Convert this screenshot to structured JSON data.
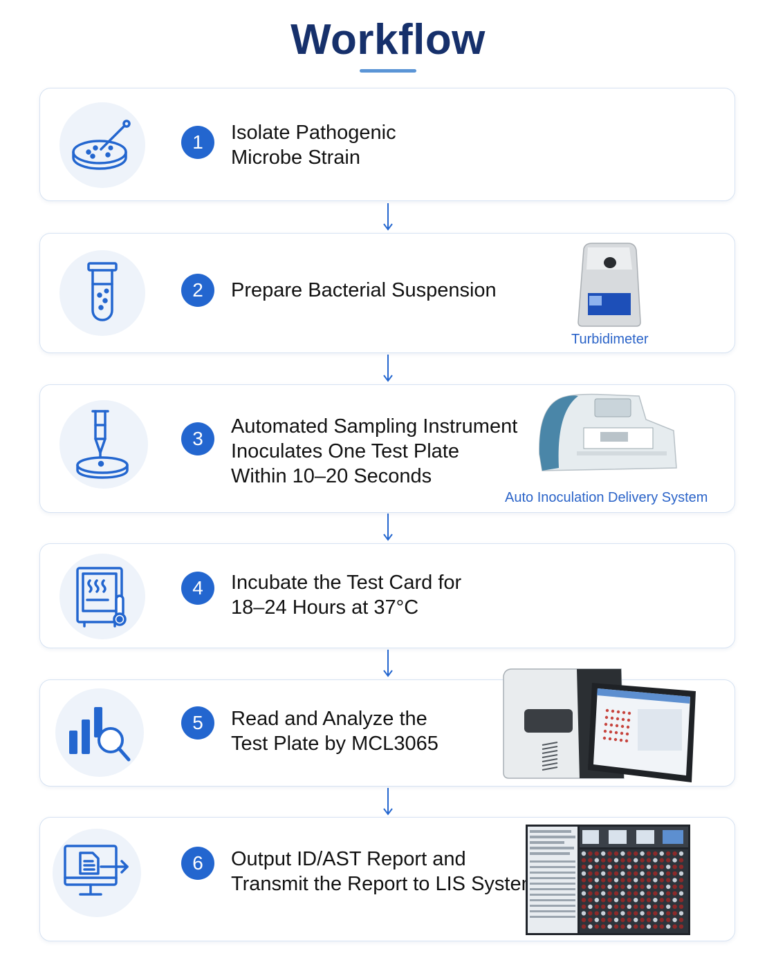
{
  "title": "Workflow",
  "steps": [
    {
      "number": "1",
      "icon": "petri-dish-icon",
      "lines": [
        "Isolate Pathogenic",
        "Microbe Strain"
      ]
    },
    {
      "number": "2",
      "icon": "test-tube-icon",
      "lines": [
        "Prepare Bacterial Suspension"
      ],
      "device_label": "Turbidimeter"
    },
    {
      "number": "3",
      "icon": "pipette-icon",
      "lines": [
        "Automated Sampling Instrument",
        "Inoculates One Test Plate",
        "Within 10–20 Seconds"
      ],
      "device_label": "Auto Inoculation Delivery System"
    },
    {
      "number": "4",
      "icon": "incubator-icon",
      "lines": [
        "Incubate the Test Card for",
        "18–24 Hours at 37°C"
      ]
    },
    {
      "number": "5",
      "icon": "chart-magnifier-icon",
      "lines": [
        "Read and Analyze the",
        "Test Plate by MCL3065"
      ]
    },
    {
      "number": "6",
      "icon": "monitor-export-icon",
      "lines": [
        "Output ID/AST Report and",
        "Transmit the Report to LIS System"
      ]
    }
  ],
  "colors": {
    "title": "#16306b",
    "accent": "#2366cf",
    "card_border": "#d6e2f2",
    "icon_bg": "#eef3fa"
  }
}
